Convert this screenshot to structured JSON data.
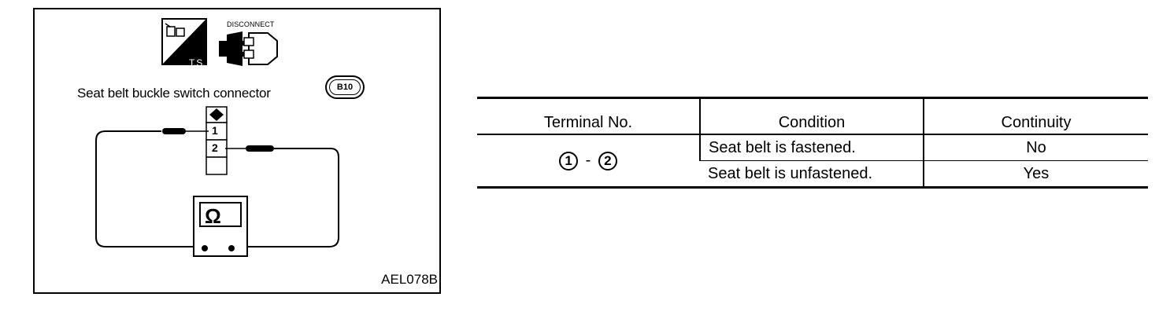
{
  "diagram": {
    "ts_label": "T.S.",
    "disconnect_label": "DISCONNECT",
    "connector_title": "Seat belt buckle switch connector",
    "connector_code": "B10",
    "pins": [
      "1",
      "2"
    ],
    "meter_symbol": "Ω",
    "figure_code": "AEL078B"
  },
  "table": {
    "headers": [
      "Terminal No.",
      "Condition",
      "Continuity"
    ],
    "terminal_a": "1",
    "terminal_sep": "-",
    "terminal_b": "2",
    "rows": [
      {
        "condition": "Seat belt is fastened.",
        "continuity": "No"
      },
      {
        "condition": "Seat belt is unfastened.",
        "continuity": "Yes"
      }
    ]
  }
}
